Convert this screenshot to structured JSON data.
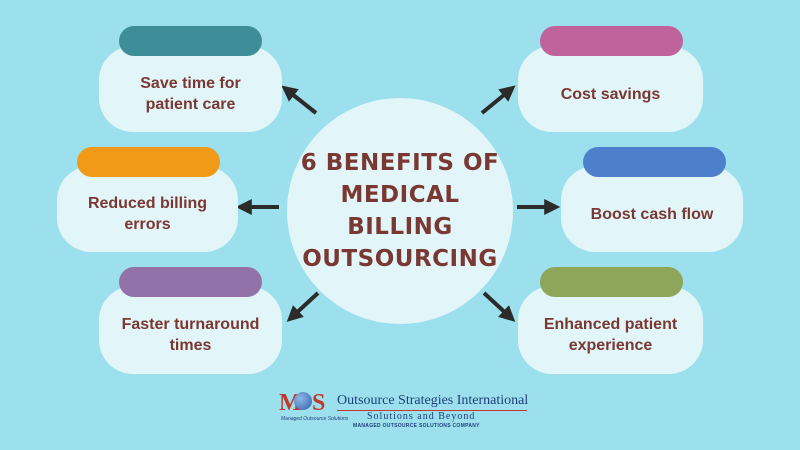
{
  "center": {
    "lines": [
      "6 BENEFITS OF",
      "MEDICAL",
      "BILLING",
      "OUTSOURCING"
    ]
  },
  "benefits": [
    {
      "label": "Save time for patient care",
      "color": "#3d8e98"
    },
    {
      "label": "Cost savings",
      "color": "#c0629b"
    },
    {
      "label": "Reduced billing errors",
      "color": "#f09a17"
    },
    {
      "label": "Boost cash flow",
      "color": "#4d7fcb"
    },
    {
      "label": "Faster turnaround times",
      "color": "#9372aa"
    },
    {
      "label": "Enhanced patient experience",
      "color": "#8ea65a"
    }
  ],
  "logo": {
    "letter_m": "M",
    "letter_s": "S",
    "tagline": "Managed Outsource Solutions",
    "name": "Outsource Strategies International",
    "subtitle": "Solutions and Beyond",
    "small": "MANAGED OUTSOURCE SOLUTIONS COMPANY"
  },
  "colors": {
    "background": "#9be0ec",
    "card": "#e2f5f9",
    "text": "#7a3832",
    "arrow": "#2b2b2b"
  }
}
